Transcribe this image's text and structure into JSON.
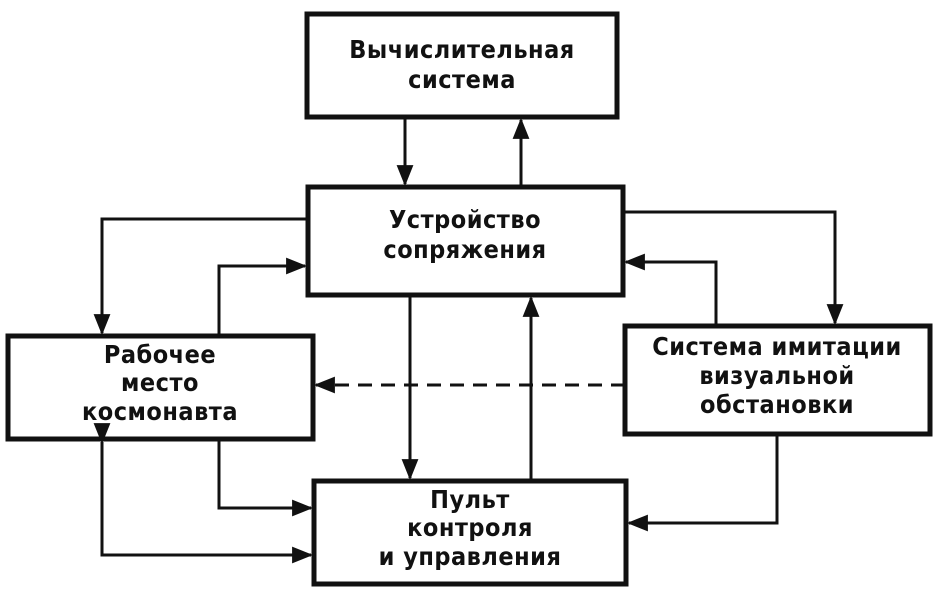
{
  "boxes": {
    "computer_system": {
      "lines": [
        "Вычислительная",
        "система"
      ]
    },
    "interface_device": {
      "lines": [
        "Устройство",
        "сопряжения"
      ]
    },
    "cosmonaut_workstation": {
      "lines": [
        "Рабочее",
        "место",
        "космонавта"
      ]
    },
    "visual_simulation": {
      "lines": [
        "Система имитации",
        "визуальной",
        "обстановки"
      ]
    },
    "control_panel": {
      "lines": [
        "Пульт",
        "контроля",
        "и управления"
      ]
    }
  },
  "colors": {
    "ink": "#111111",
    "background": "#ffffff"
  }
}
